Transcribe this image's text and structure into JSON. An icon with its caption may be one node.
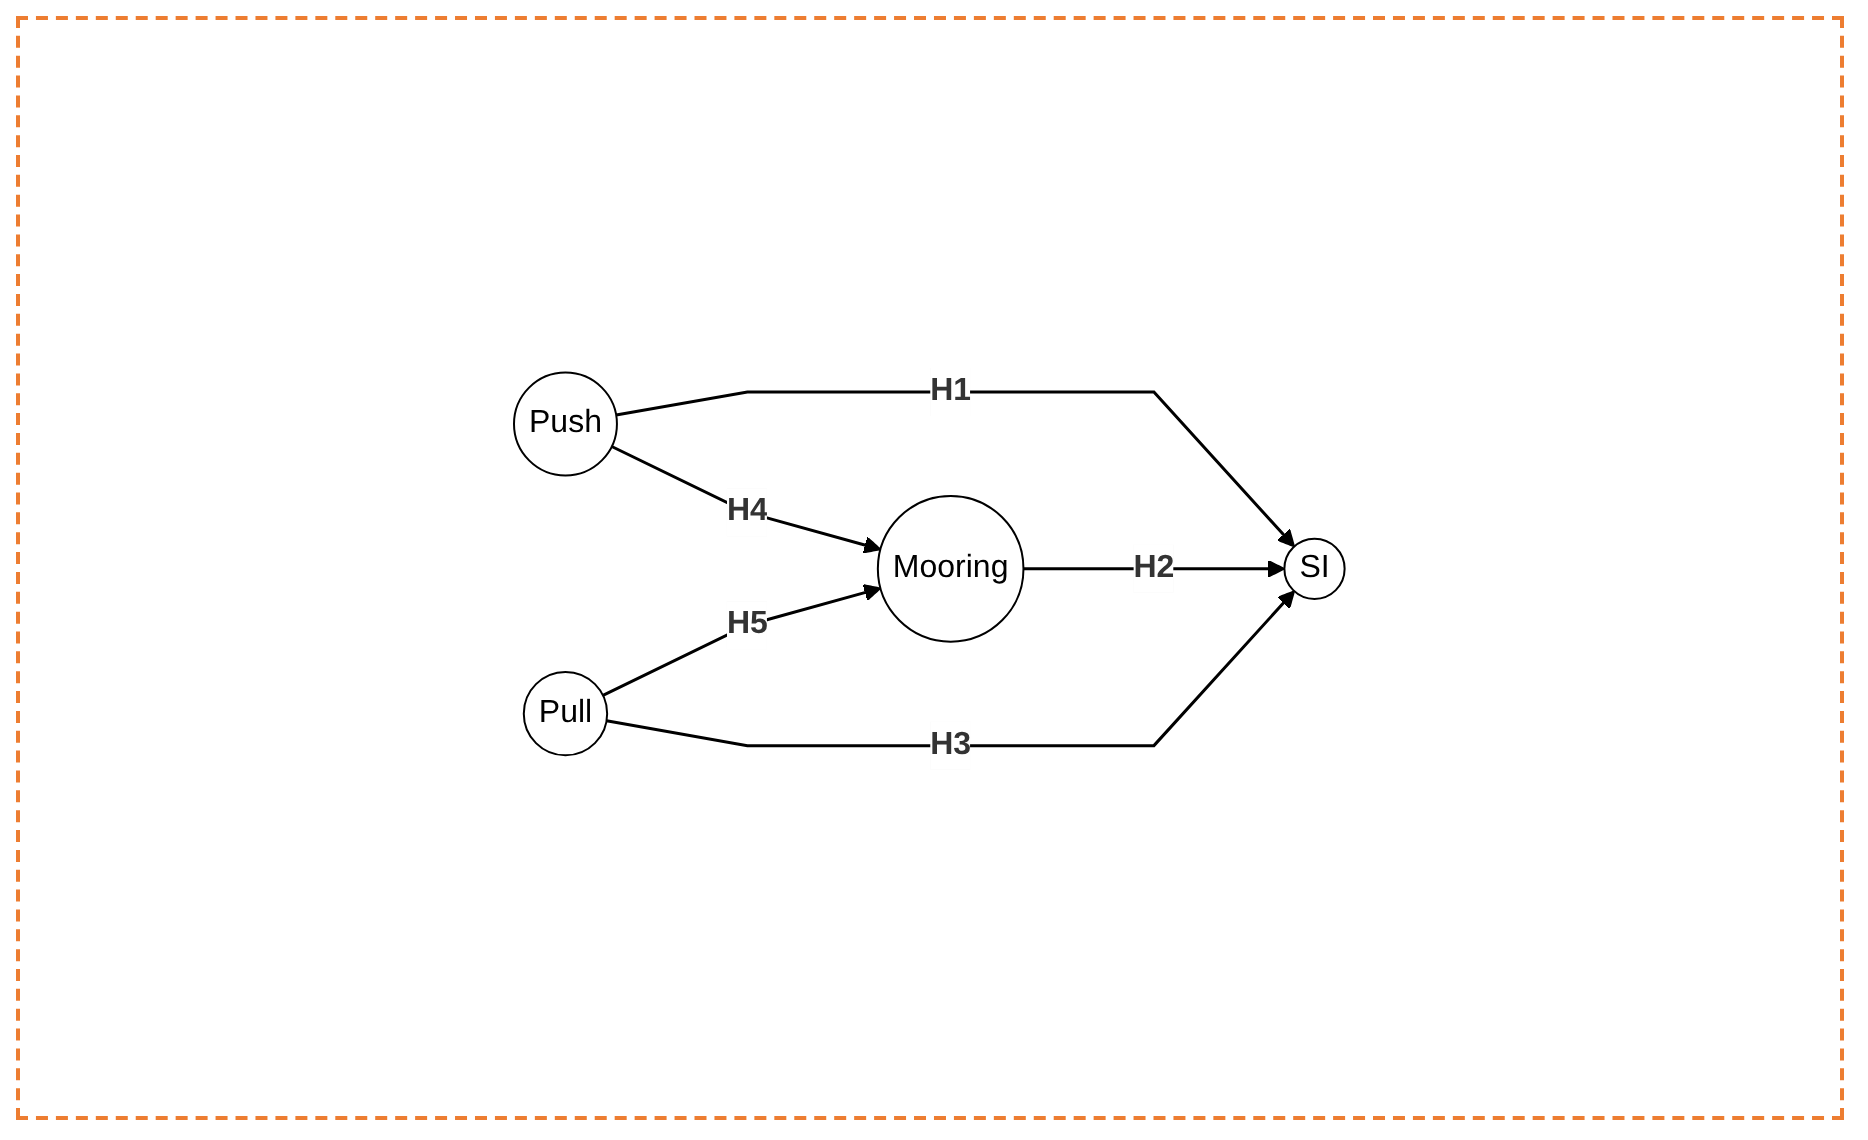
{
  "diagram": {
    "nodes": [
      {
        "text": [
          "Push"
        ]
      },
      {
        "text": [
          "Mooring"
        ]
      },
      {
        "text": [
          "SI"
        ]
      },
      {
        "text": [
          "Pull"
        ]
      }
    ],
    "edges": [
      {
        "from": 0,
        "to": 2,
        "arrow": "to",
        "label": "H1"
      },
      {
        "from": 1,
        "to": 2,
        "arrow": "to",
        "label": "H2"
      },
      {
        "from": 3,
        "to": 2,
        "arrow": "to",
        "label": "H3"
      },
      {
        "from": 0,
        "to": 1,
        "arrow": "to",
        "label": "H4"
      },
      {
        "from": 3,
        "to": 1,
        "arrow": "to",
        "label": "H5"
      }
    ]
  }
}
